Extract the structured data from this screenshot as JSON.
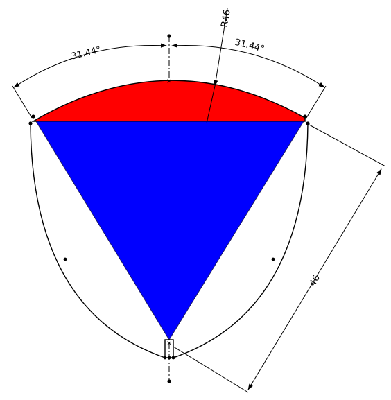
{
  "dimensions": {
    "angle_left": "31.44°",
    "angle_right": "31.44°",
    "radius": "R46",
    "length": "46"
  },
  "colors": {
    "segment_fill": "#ff0000",
    "triangle_fill": "#0000ff",
    "sketch_lines": "#000000",
    "background": "#ffffff"
  }
}
